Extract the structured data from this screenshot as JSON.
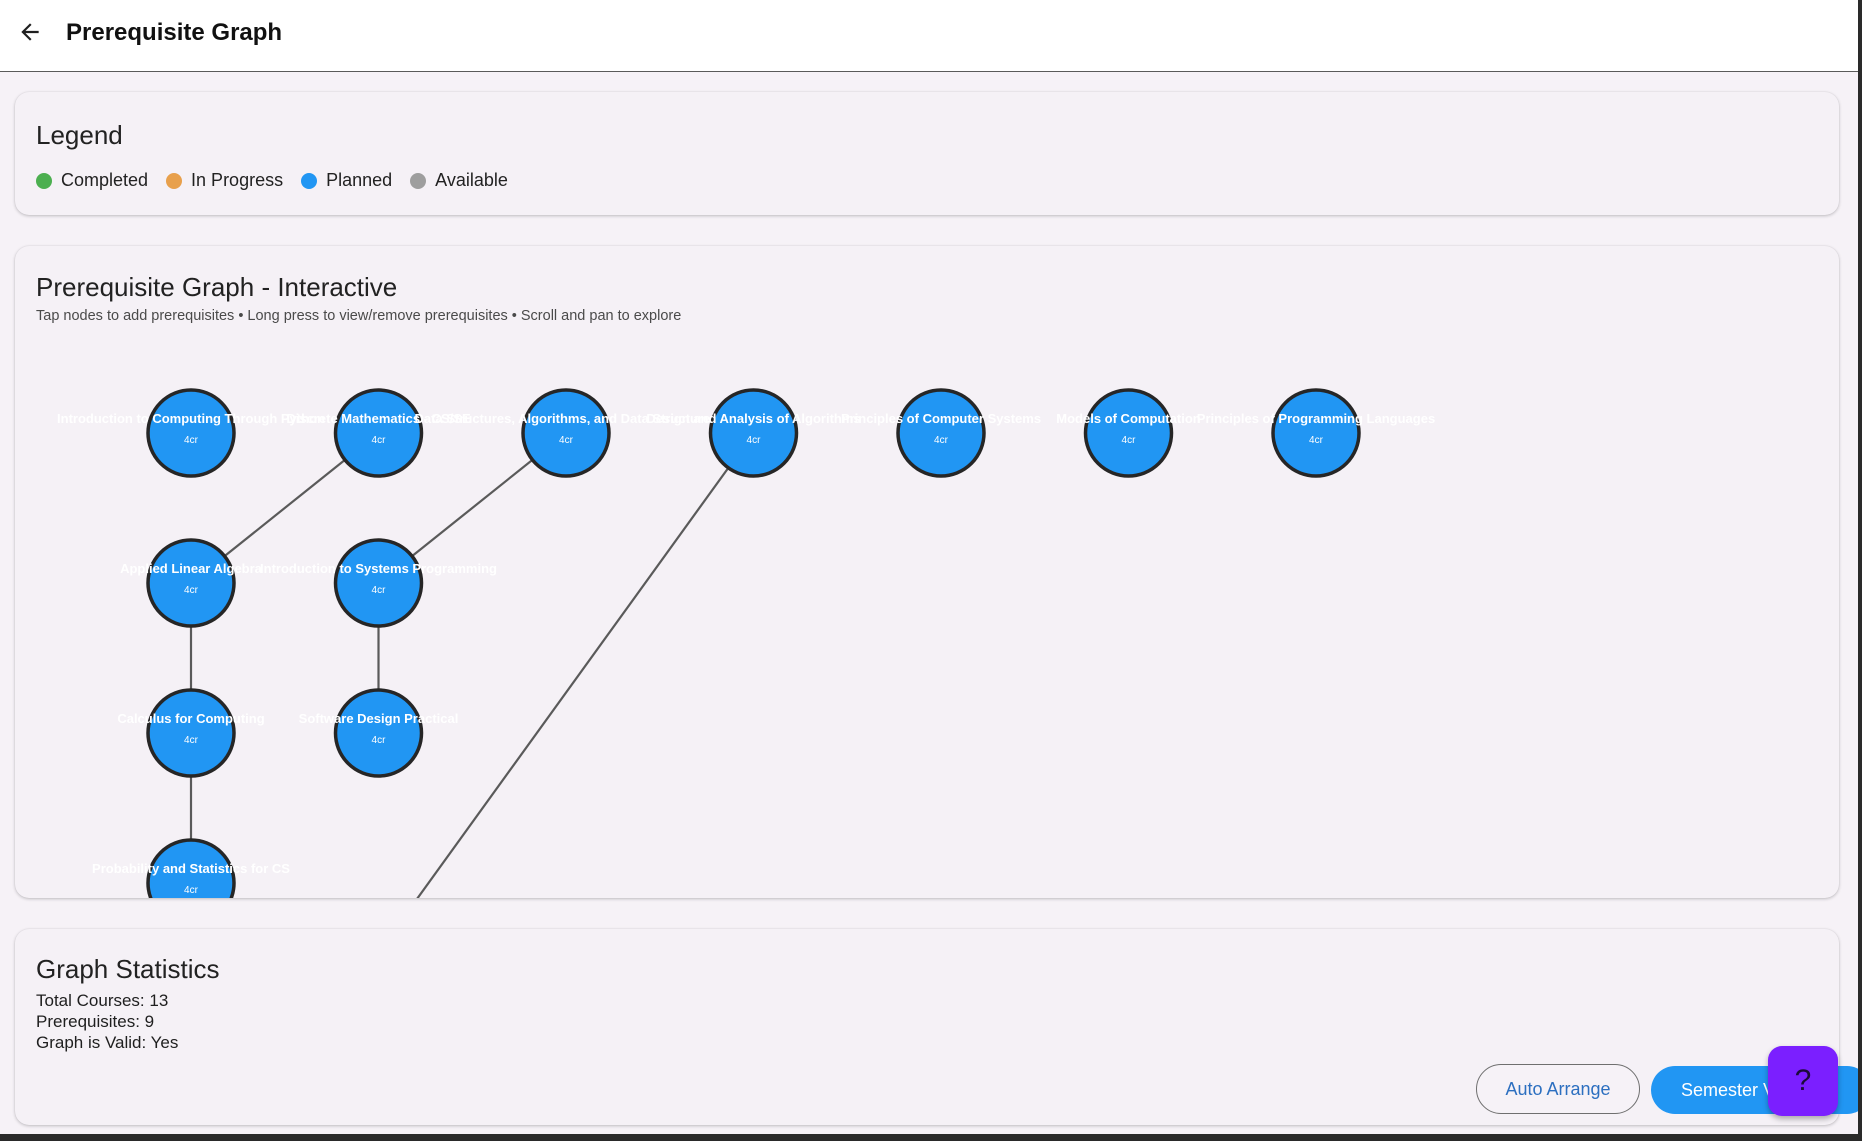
{
  "appbar": {
    "title": "Prerequisite Graph"
  },
  "legend": {
    "title": "Legend",
    "items": [
      {
        "label": "Completed",
        "color": "#4caf50"
      },
      {
        "label": "In Progress",
        "color": "#e8a04c"
      },
      {
        "label": "Planned",
        "color": "#2196f3"
      },
      {
        "label": "Available",
        "color": "#9e9e9e"
      }
    ]
  },
  "graph": {
    "title": "Prerequisite Graph - Interactive",
    "subtitle": "Tap nodes to add prerequisites • Long press to view/remove prerequisites • Scroll and pan to explore",
    "node_color": "#2196f3",
    "nodes": [
      {
        "id": "intro-computing",
        "label": "Introduction to Computing Through Python",
        "credits": "4cr",
        "col": 0,
        "row": 0
      },
      {
        "id": "discrete-math",
        "label": "Discrete Mathematics - CS/SE",
        "credits": "4cr",
        "col": 1,
        "row": 0
      },
      {
        "id": "data-structures",
        "label": "Data Structures, Algorithms, and Data Structures",
        "credits": "4cr",
        "col": 2,
        "row": 0
      },
      {
        "id": "design-analysis",
        "label": "Design and Analysis of Algorithms",
        "credits": "4cr",
        "col": 3,
        "row": 0
      },
      {
        "id": "computer-systems",
        "label": "Principles of Computer Systems",
        "credits": "4cr",
        "col": 4,
        "row": 0
      },
      {
        "id": "models-computation",
        "label": "Models of Computation",
        "credits": "4cr",
        "col": 5,
        "row": 0
      },
      {
        "id": "programming-languages",
        "label": "Principles of Programming Languages",
        "credits": "4cr",
        "col": 6,
        "row": 0
      },
      {
        "id": "linear-algebra",
        "label": "Applied Linear Algebra",
        "credits": "4cr",
        "col": 0,
        "row": 1
      },
      {
        "id": "systems-programming",
        "label": "Introduction to Systems Programming",
        "credits": "4cr",
        "col": 1,
        "row": 1
      },
      {
        "id": "calculus",
        "label": "Calculus for Computing",
        "credits": "4cr",
        "col": 0,
        "row": 2
      },
      {
        "id": "software-design",
        "label": "Software Design Practical",
        "credits": "4cr",
        "col": 1,
        "row": 2
      },
      {
        "id": "probability",
        "label": "Probability and Statistics for CS",
        "credits": "4cr",
        "col": 0,
        "row": 3
      },
      {
        "id": "offscreen-course",
        "label": "",
        "credits": "4cr",
        "col": 0.4,
        "row": 4.5
      }
    ],
    "edges": [
      {
        "from": "discrete-math",
        "to": "linear-algebra"
      },
      {
        "from": "data-structures",
        "to": "systems-programming"
      },
      {
        "from": "linear-algebra",
        "to": "calculus"
      },
      {
        "from": "calculus",
        "to": "probability"
      },
      {
        "from": "systems-programming",
        "to": "software-design"
      },
      {
        "from": "design-analysis",
        "to": "offscreen-course"
      }
    ]
  },
  "stats": {
    "title": "Graph Statistics",
    "total_courses": "Total Courses: 13",
    "prerequisites": "Prerequisites: 9",
    "graph_valid": "Graph is Valid: Yes"
  },
  "actions": {
    "auto_arrange": "Auto Arrange",
    "semester_view": "Semester View",
    "help": "?"
  }
}
